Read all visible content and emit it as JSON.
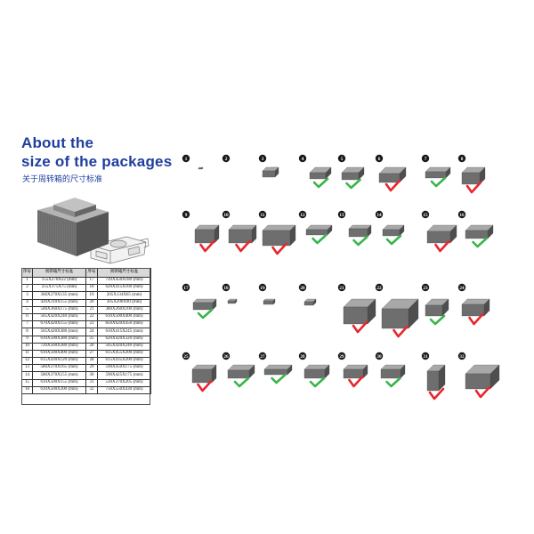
{
  "title_lines": [
    "About the",
    "size of the packages"
  ],
  "subtitle": "关于周转箱的尺寸标准",
  "table": {
    "headers": [
      "序号",
      "周转箱尺寸标准",
      "序号",
      "周转箱尺寸标准"
    ],
    "rows": [
      {
        "left_no": "1",
        "left_size": "155X270X22",
        "left_unit": "(mm)",
        "right_no": "17",
        "right_size": "720X450X180",
        "right_unit": "(mm)"
      },
      {
        "left_no": "2",
        "left_size": "255X175X75",
        "left_unit": "(mm)",
        "right_no": "18",
        "right_size": "620X415X160",
        "right_unit": "(mm)"
      },
      {
        "left_no": "3",
        "left_size": "360X270X135",
        "left_unit": "(mm)",
        "right_no": "19",
        "right_size": "205X134X65",
        "right_unit": "(mm)"
      },
      {
        "left_no": "4",
        "left_size": "420X310X155",
        "left_unit": "(mm)",
        "right_no": "20",
        "right_size": "305X200X90",
        "right_unit": "(mm)"
      },
      {
        "left_no": "5",
        "left_size": "500X360X175",
        "left_unit": "(mm)",
        "right_no": "21",
        "right_size": "380X260X100",
        "right_unit": "(mm)"
      },
      {
        "left_no": "6",
        "left_size": "565X420X240",
        "left_unit": "(mm)",
        "right_no": "22",
        "right_size": "610X500X400",
        "right_unit": "(mm)"
      },
      {
        "left_no": "7",
        "left_size": "670X420X155",
        "left_unit": "(mm)",
        "right_no": "23",
        "right_size": "850X620X450",
        "right_unit": "(mm)"
      },
      {
        "left_no": "8",
        "left_size": "565X420X380",
        "left_unit": "(mm)",
        "right_no": "24",
        "right_size": "610X415X245",
        "right_unit": "(mm)"
      },
      {
        "left_no": "9",
        "left_size": "610X500X380",
        "left_unit": "(mm)",
        "right_no": "25",
        "right_size": "620X420X320",
        "right_unit": "(mm)"
      },
      {
        "left_no": "10",
        "left_size": "720X560X380",
        "left_unit": "(mm)",
        "right_no": "26",
        "right_size": "565X420X240",
        "right_unit": "(mm)"
      },
      {
        "left_no": "11",
        "left_size": "610X500X400",
        "left_unit": "(mm)",
        "right_no": "27",
        "right_size": "615X455X200",
        "right_unit": "(mm)"
      },
      {
        "left_no": "12",
        "left_size": "615X430X120",
        "left_unit": "(mm)",
        "right_no": "28",
        "right_size": "615X435X200",
        "right_unit": "(mm)"
      },
      {
        "left_no": "13",
        "left_size": "580X370X165",
        "left_unit": "(mm)",
        "right_no": "29",
        "right_size": "590X450X175",
        "right_unit": "(mm)"
      },
      {
        "left_no": "14",
        "left_size": "580X370X155",
        "left_unit": "(mm)",
        "right_no": "30",
        "right_size": "590X425X175",
        "right_unit": "(mm)"
      },
      {
        "left_no": "15",
        "left_size": "610X500X155",
        "left_unit": "(mm)",
        "right_no": "31",
        "right_size": "530X370X205",
        "right_unit": "(mm)"
      },
      {
        "left_no": "16",
        "left_size": "610X500X300",
        "left_unit": "(mm)",
        "right_no": "32",
        "right_size": "750X550X430",
        "right_unit": "(mm)"
      }
    ]
  },
  "colors": {
    "title": "#1f3e9e",
    "box_front": "#6e6e6e",
    "box_top": "#a8a8a8",
    "box_side": "#4e4e4e",
    "check": "#39b54a",
    "cross": "#e8262c"
  },
  "packages": [
    {
      "no": "1",
      "mark": "none"
    },
    {
      "no": "2",
      "mark": "none"
    },
    {
      "no": "3",
      "mark": "none"
    },
    {
      "no": "4",
      "mark": "check"
    },
    {
      "no": "5",
      "mark": "check"
    },
    {
      "no": "6",
      "mark": "cross"
    },
    {
      "no": "7",
      "mark": "check"
    },
    {
      "no": "8",
      "mark": "cross"
    },
    {
      "no": "9",
      "mark": "cross"
    },
    {
      "no": "10",
      "mark": "cross"
    },
    {
      "no": "11",
      "mark": "cross"
    },
    {
      "no": "12",
      "mark": "check"
    },
    {
      "no": "13",
      "mark": "check"
    },
    {
      "no": "14",
      "mark": "check"
    },
    {
      "no": "15",
      "mark": "cross"
    },
    {
      "no": "16",
      "mark": "check"
    },
    {
      "no": "17",
      "mark": "check"
    },
    {
      "no": "18",
      "mark": "none"
    },
    {
      "no": "19",
      "mark": "none"
    },
    {
      "no": "20",
      "mark": "none"
    },
    {
      "no": "21",
      "mark": "cross"
    },
    {
      "no": "22",
      "mark": "cross"
    },
    {
      "no": "23",
      "mark": "check"
    },
    {
      "no": "24",
      "mark": "cross"
    },
    {
      "no": "25",
      "mark": "cross"
    },
    {
      "no": "26",
      "mark": "check"
    },
    {
      "no": "27",
      "mark": "check"
    },
    {
      "no": "28",
      "mark": "check"
    },
    {
      "no": "29",
      "mark": "cross"
    },
    {
      "no": "30",
      "mark": "check"
    },
    {
      "no": "31",
      "mark": "cross"
    },
    {
      "no": "32",
      "mark": "cross"
    }
  ]
}
